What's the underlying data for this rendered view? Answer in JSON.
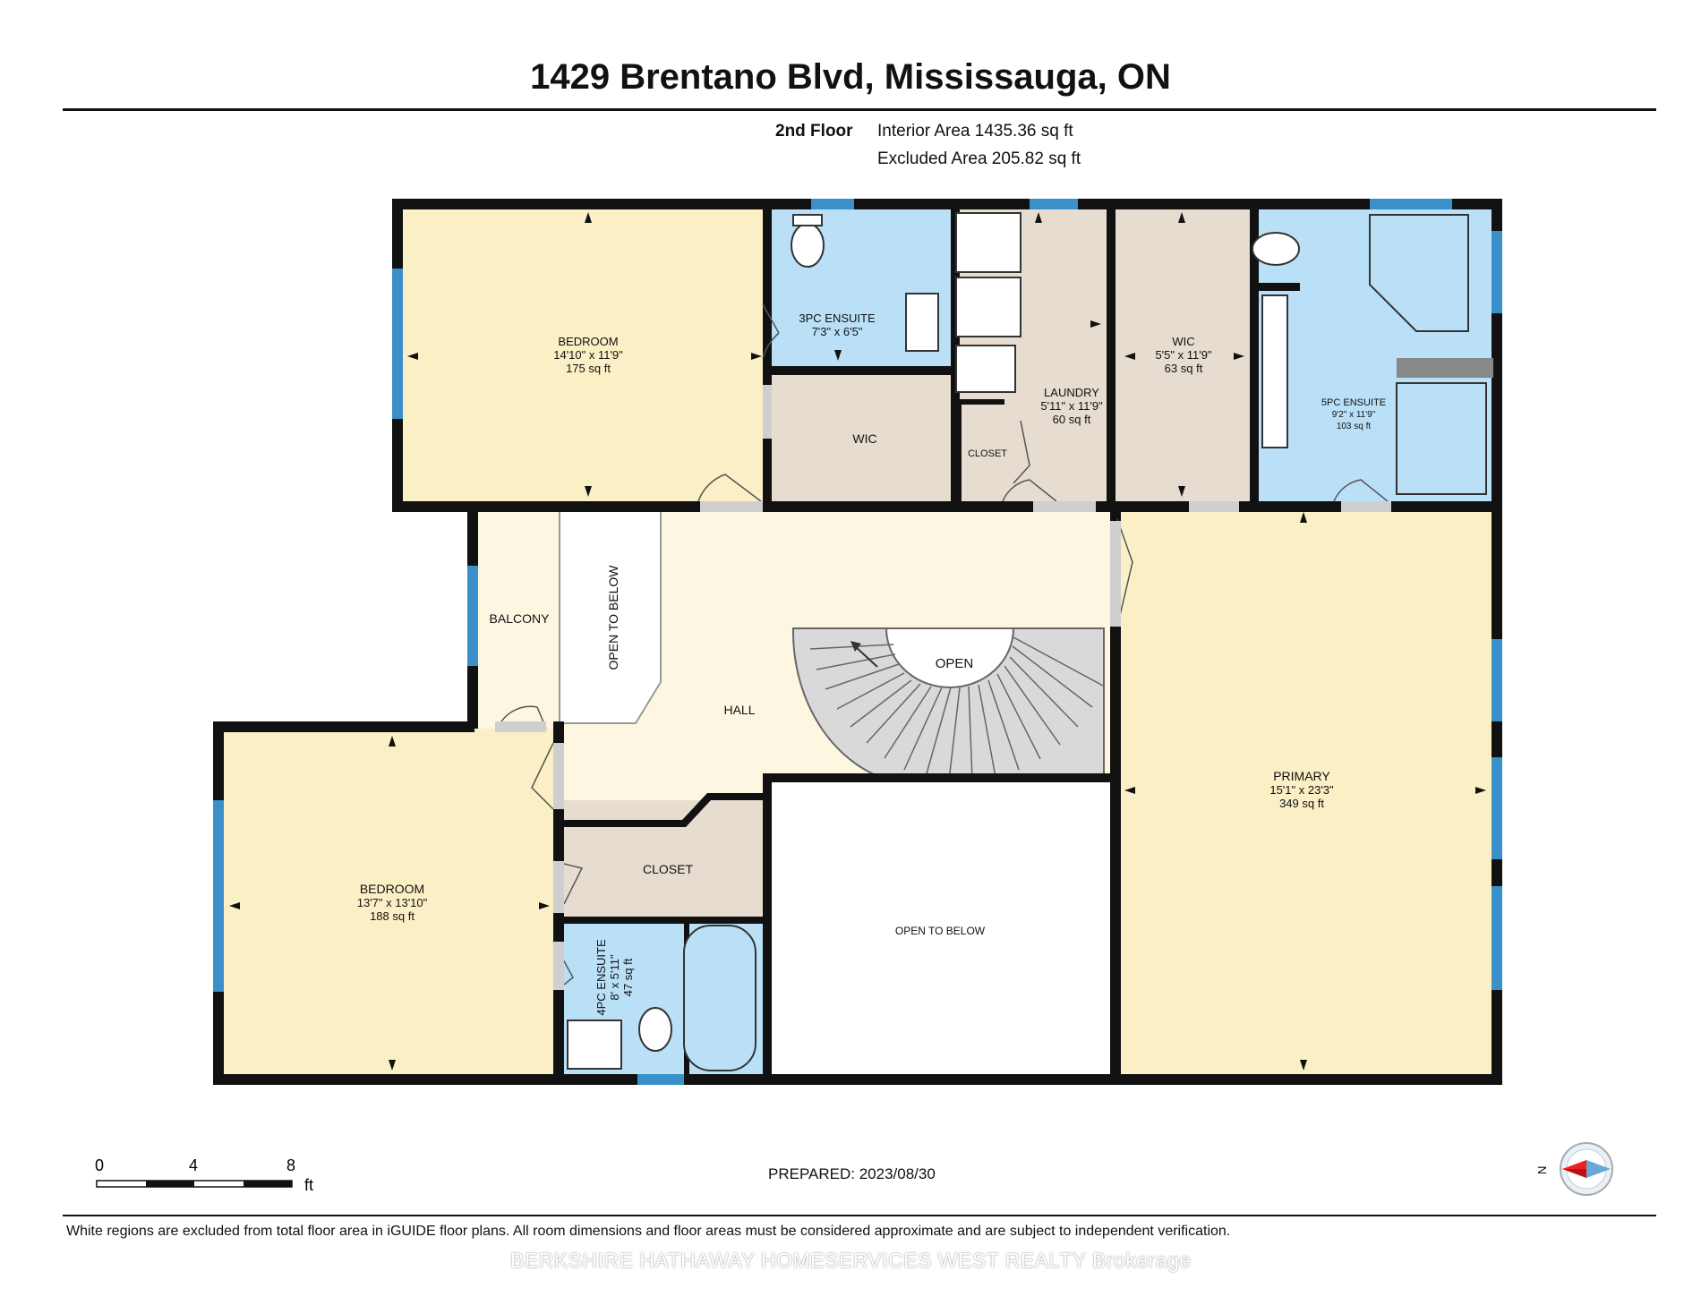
{
  "title": "1429 Brentano Blvd, Mississauga, ON",
  "floor": {
    "name": "2nd Floor",
    "interior_area": "Interior Area 1435.36 sq ft",
    "excluded_area": "Excluded Area 205.82 sq ft"
  },
  "rooms": {
    "bedroom1": {
      "name": "BEDROOM",
      "dims": "14'10\" x 11'9\"",
      "area": "175 sq ft"
    },
    "ensuite3": {
      "name": "3PC ENSUITE",
      "dims": "7'3\" x 6'5\""
    },
    "wic1": {
      "name": "WIC"
    },
    "laundry": {
      "name": "LAUNDRY",
      "dims": "5'11\" x 11'9\"",
      "area": "60 sq ft"
    },
    "closet_small": {
      "name": "CLOSET"
    },
    "wic2": {
      "name": "WIC",
      "dims": "5'5\" x 11'9\"",
      "area": "63 sq ft"
    },
    "ensuite5": {
      "name": "5PC ENSUITE",
      "dims": "9'2\" x 11'9\"",
      "area": "103 sq ft"
    },
    "balcony": {
      "name": "BALCONY"
    },
    "open_below1": {
      "name": "OPEN TO BELOW"
    },
    "hall": {
      "name": "HALL"
    },
    "open": {
      "name": "OPEN"
    },
    "primary": {
      "name": "PRIMARY",
      "dims": "15'1\" x 23'3\"",
      "area": "349 sq ft"
    },
    "bedroom2": {
      "name": "BEDROOM",
      "dims": "13'7\" x 13'10\"",
      "area": "188 sq ft"
    },
    "closet": {
      "name": "CLOSET"
    },
    "ensuite4": {
      "name": "4PC ENSUITE",
      "dims": "8' x 5'11\"",
      "area": "47 sq ft"
    },
    "open_below2": {
      "name": "OPEN TO BELOW"
    }
  },
  "scale": {
    "ticks": [
      "0",
      "4",
      "8"
    ],
    "unit": "ft"
  },
  "compass": {
    "label": "N"
  },
  "prepared": "PREPARED: 2023/08/30",
  "disclaimer": "White regions are excluded from total floor area in iGUIDE floor plans. All room dimensions and floor areas must be considered approximate and are subject to independent verification.",
  "watermark": "BERKSHIRE HATHAWAY HOMESERVICES WEST REALTY  Brokerage",
  "colors": {
    "bedroom": "#fbefc5",
    "bath": "#b9e0f7",
    "closet": "#e6ddd0",
    "hall": "#fdf7e2",
    "wall": "#111111",
    "window": "#3a90c9",
    "stairs": "#d9d9d9"
  }
}
